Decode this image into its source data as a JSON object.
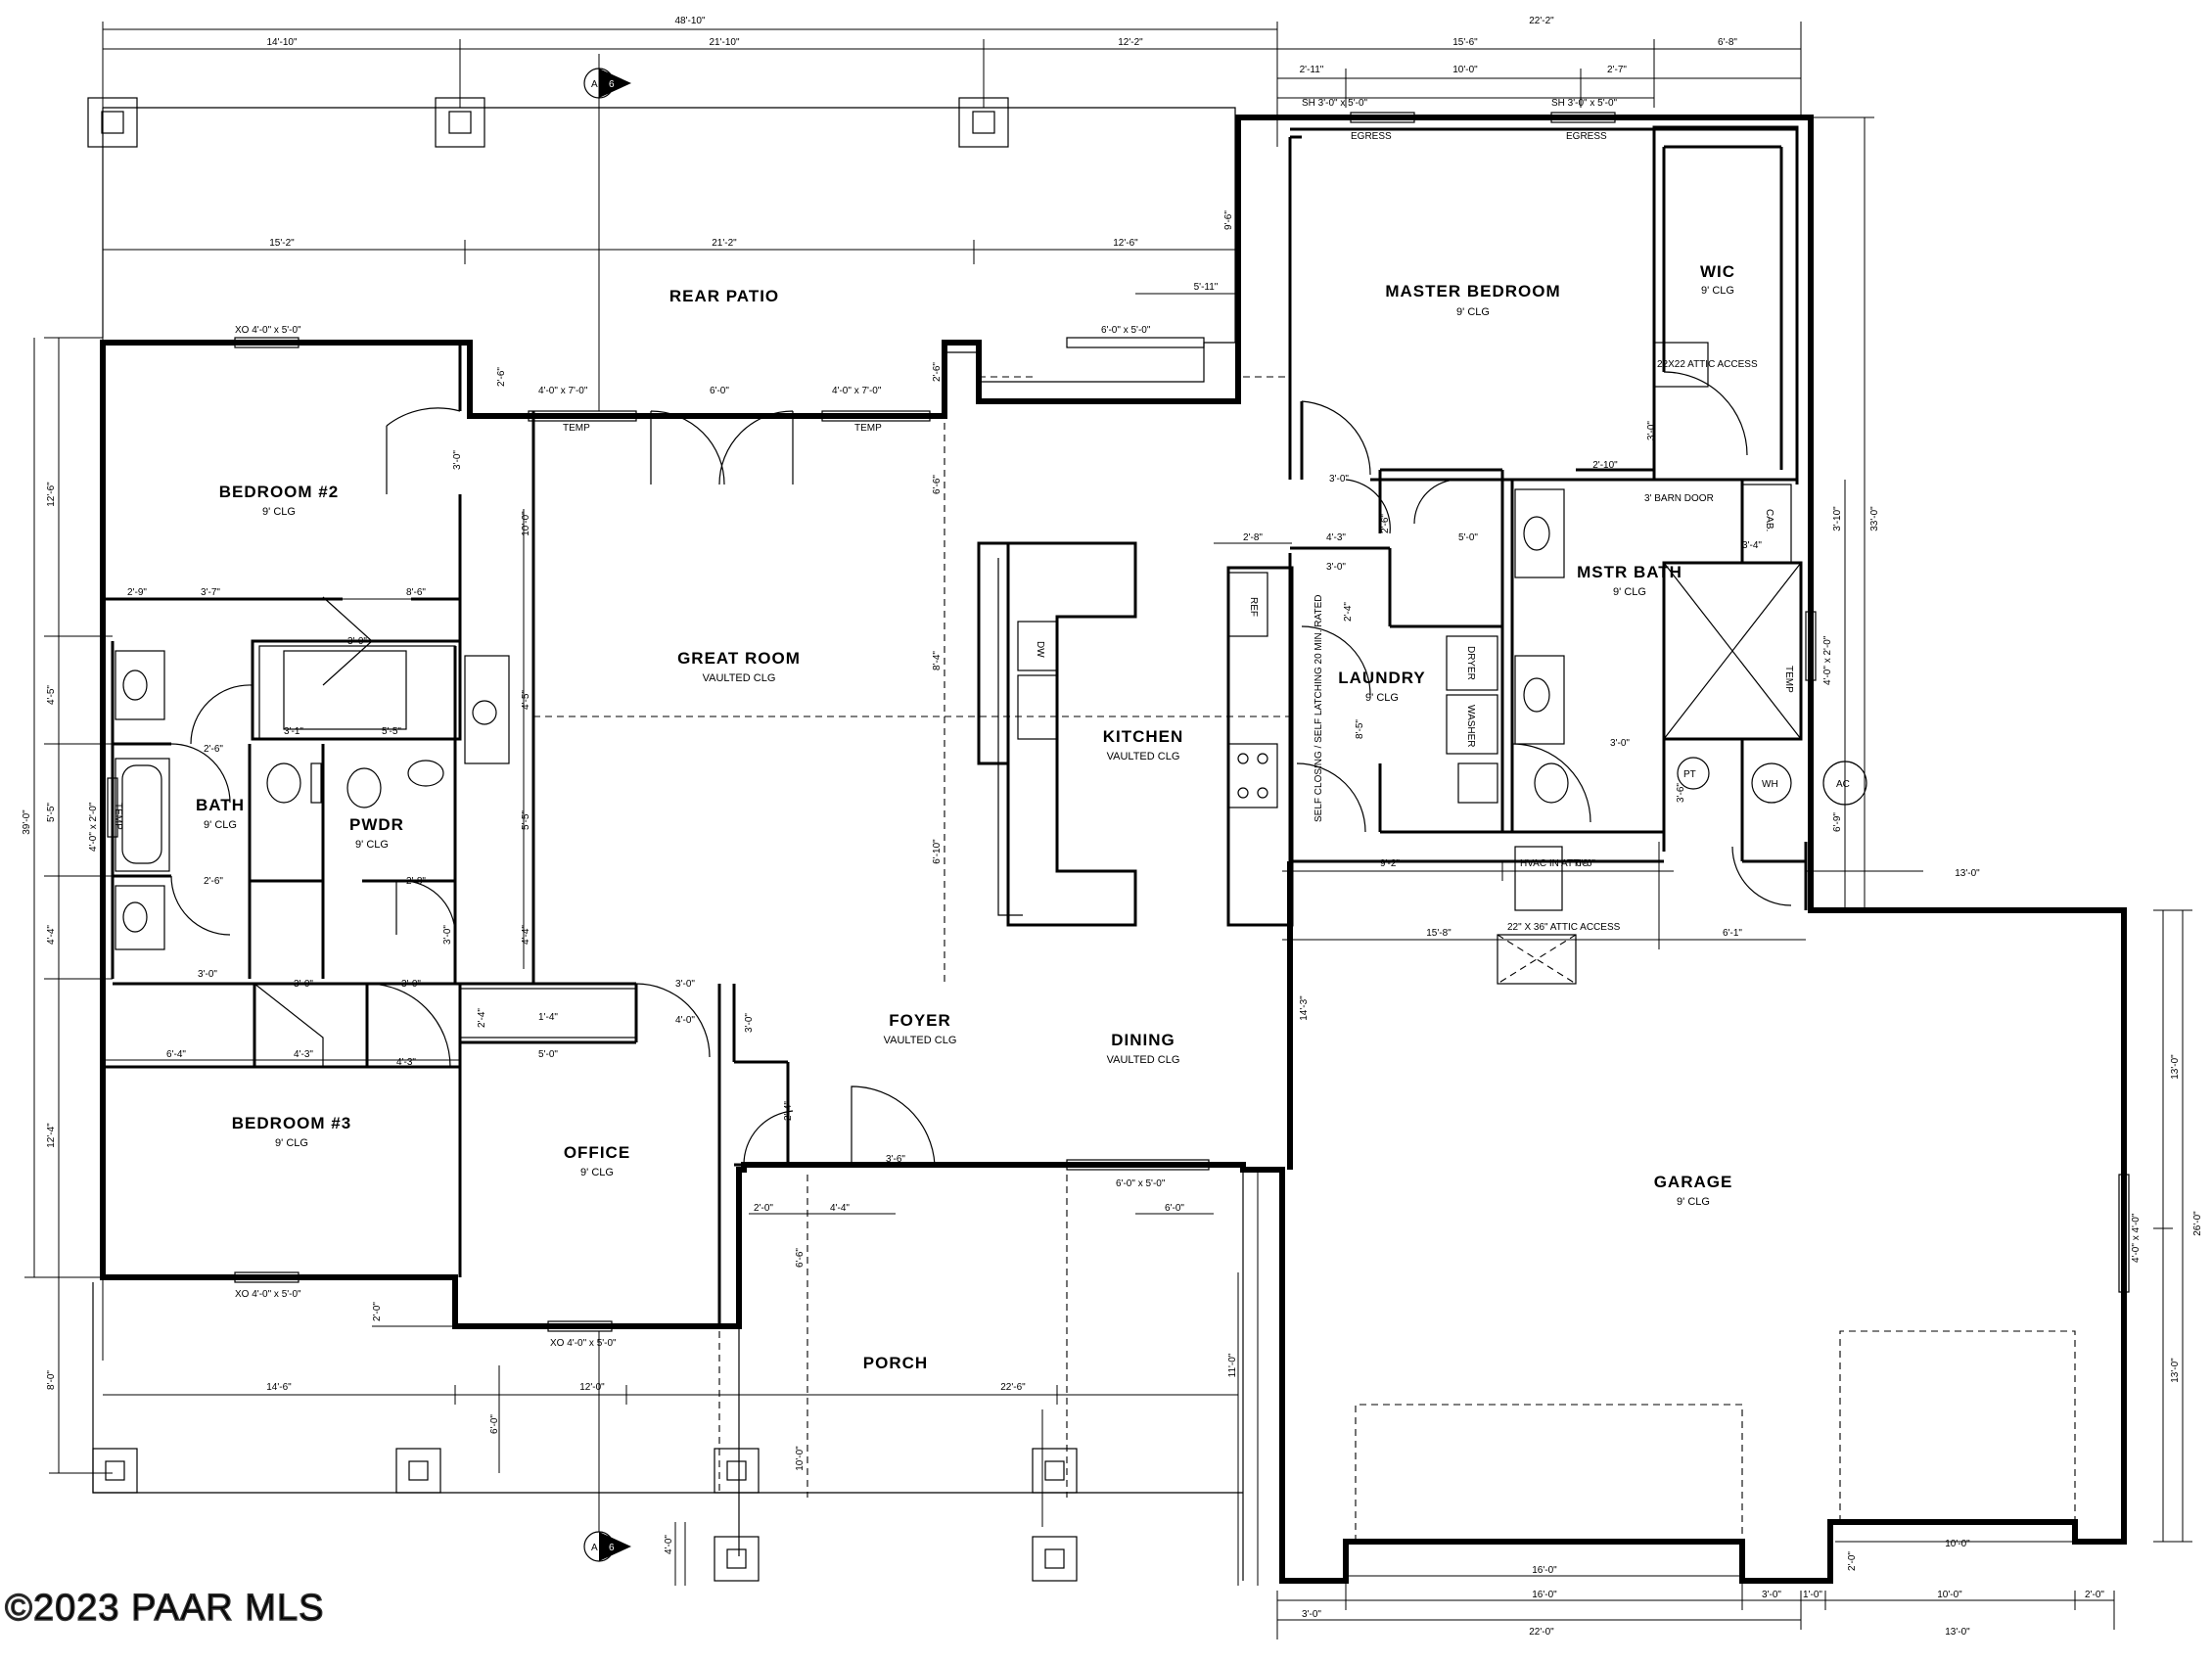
{
  "rooms": {
    "rear_patio": {
      "name": "REAR PATIO"
    },
    "master_bedroom": {
      "name": "MASTER BEDROOM",
      "ceiling": "9' CLG"
    },
    "wic": {
      "name": "WIC",
      "ceiling": "9' CLG"
    },
    "bedroom2": {
      "name": "BEDROOM #2",
      "ceiling": "9' CLG"
    },
    "great_room": {
      "name": "GREAT ROOM",
      "ceiling": "VAULTED CLG"
    },
    "kitchen": {
      "name": "KITCHEN",
      "ceiling": "VAULTED CLG"
    },
    "laundry": {
      "name": "LAUNDRY",
      "ceiling": "9' CLG"
    },
    "mstr_bath": {
      "name": "MSTR BATH",
      "ceiling": "9' CLG"
    },
    "bath": {
      "name": "BATH",
      "ceiling": "9' CLG"
    },
    "pwdr": {
      "name": "PWDR",
      "ceiling": "9' CLG"
    },
    "foyer": {
      "name": "FOYER",
      "ceiling": "VAULTED CLG"
    },
    "dining": {
      "name": "DINING",
      "ceiling": "VAULTED CLG"
    },
    "bedroom3": {
      "name": "BEDROOM #3",
      "ceiling": "9' CLG"
    },
    "office": {
      "name": "OFFICE",
      "ceiling": "9' CLG"
    },
    "garage": {
      "name": "GARAGE",
      "ceiling": "9' CLG"
    },
    "porch": {
      "name": "PORCH"
    }
  },
  "labels": {
    "egress_left": "EGRESS",
    "egress_right": "EGRESS",
    "sh_window_left": "SH 3'-0\" x 5'-0\"",
    "sh_window_right": "SH 3'-0\" x 5'-0\"",
    "attic_access_wic": "22X22 ATTIC ACCESS",
    "barn_door": "3' BARN DOOR",
    "temp1": "TEMP",
    "temp2": "TEMP",
    "temp_mbath": "TEMP",
    "temp_bath": "TEMP",
    "ref": "REF",
    "dw": "DW",
    "dryer": "DRYER",
    "washer": "WASHER",
    "cab": "CAB.",
    "pt": "PT",
    "wh": "WH",
    "ac": "AC",
    "hvac": "HVAC IN ATTIC",
    "attic_access_garage": "22\" X 36\" ATTIC ACCESS",
    "fire_door": "SELF CLOSING / SELF LATCHING 20 MIN. RATED",
    "window_xo_top": "XO 4'-0\" x 5'-0\"",
    "window_6x5_top": "6'-0\" x 5'-0\"",
    "window_4x7_left": "4'-0\" x 7'-0\"",
    "window_4x7_right": "4'-0\" x 7'-0\"",
    "slider_6": "6'-0\"",
    "window_xo_b3": "XO 4'-0\" x 5'-0\"",
    "window_xo_office": "XO 4'-0\" x 5'-0\"",
    "window_6x5_dining": "6'-0\" x 5'-0\"",
    "window_bath": "4'-0\" x 2'-0\"",
    "window_mbath": "4'-0\" x 2'-0\"",
    "window_garage": "4'-0\" x 4'-0\"",
    "section_a": "A",
    "section_6": "6",
    "watermark": "©2023 PAAR MLS"
  },
  "dims": {
    "overall_width": "48'-10\"",
    "overall_right": "22'-2\"",
    "top_14_10": "14'-10\"",
    "top_21_10": "21'-10\"",
    "top_12_2": "12'-2\"",
    "top_15_6": "15'-6\"",
    "top_6_8": "6'-8\"",
    "top_2_11": "2'-11\"",
    "top_10_0": "10'-0\"",
    "top_2_7": "2'-7\"",
    "patio_15_2": "15'-2\"",
    "patio_21_2": "21'-2\"",
    "patio_12_6": "12'-6\"",
    "patio_5_11": "5'-11\"",
    "patio_9_6": "9'-6\"",
    "left_39_0": "39'-0\"",
    "left_12_6": "12'-6\"",
    "left_4_5": "4'-5\"",
    "left_5_5": "5'-5\"",
    "left_4_4": "4'-4\"",
    "left_12_4": "12'-4\"",
    "left_8_0": "8'-0\"",
    "right_33_0": "33'-0\"",
    "right_3_10": "3'-10\"",
    "right_6_9": "6'-9\"",
    "right_13_0a": "13'-0\"",
    "right_13_0b": "13'-0\"",
    "right_26_0": "26'-0\"",
    "garage_13_0": "13'-0\"",
    "garage_15_8": "15'-8\"",
    "garage_6_1": "6'-1\"",
    "garage_9_2": "9'-2\"",
    "garage_6_6": "6'-6\"",
    "garage_14_3": "14'-3\"",
    "garage_11_0": "11'-0\"",
    "garage_10_0": "10'-0\"",
    "garage_2_0": "2'-0\"",
    "bottom_3_0a": "3'-0\"",
    "bottom_16_0a": "16'-0\"",
    "bottom_16_0b": "16'-0\"",
    "bottom_3_0b": "3'-0\"",
    "bottom_1_0": "1'-0\"",
    "bottom_10_0": "10'-0\"",
    "bottom_2_0": "2'-0\"",
    "bottom_22_0": "22'-0\"",
    "bottom_13_0": "13'-0\"",
    "porch_14_6": "14'-6\"",
    "porch_12_0": "12'-0\"",
    "porch_22_6": "22'-6\"",
    "porch_6_0": "6'-0\"",
    "porch_10_0": "10'-0\"",
    "porch_4_0": "4'-0\"",
    "porch_2_0": "2'-0\"",
    "porch_4_4": "4'-4\"",
    "porch_6_6": "6'-6\"",
    "porch_6_0b": "6'-0\"",
    "porch_3_6": "3'-6\"",
    "b2_2_9": "2'-9\"",
    "b2_3_7": "3'-7\"",
    "b2_8_6": "8'-6\"",
    "b2_3_0": "3'-0\"",
    "b2_2_6": "2'-6\"",
    "gr_10_0": "10'-0\"",
    "gr_4_0": "4'-0\" x 7'-0\"",
    "gr_6_6": "6'-6\"",
    "gr_2_6": "2'-6\"",
    "gr_4_5": "4'-5\"",
    "gr_5_5": "5'-5\"",
    "gr_4_4": "4'-4\"",
    "k_8_4": "8'-4\"",
    "k_6_10": "6'-10\"",
    "k_2_8": "2'-8\"",
    "k_4_3": "4'-3\"",
    "k_5_0": "5'-0\"",
    "k_3_0": "3'-0\"",
    "k_2_6": "2'-6\"",
    "k_2_4": "2'-4\"",
    "k_8_5": "8'-5\"",
    "mb_3_0": "3'-0\"",
    "mb_2_10": "2'-10\"",
    "mb_3_0b": "3'-0\"",
    "mb_3_0c": "3'-0\"",
    "mb_3_6": "3'-6\"",
    "mb_3_4": "3'-4\"",
    "bath_3_0": "3'-0\"",
    "bath_3_1": "3'-1\"",
    "bath_5_5": "5'-5\"",
    "bath_2_6": "2'-6\"",
    "bath_2_6b": "2'-6\"",
    "pw_2_8": "2'-8\"",
    "pw_3_0": "3'-0\"",
    "h_3_0a": "3'-0\"",
    "h_3_0b": "3'-0\"",
    "h_3_0c": "3'-0\"",
    "h_6_4": "6'-4\"",
    "h_4_3": "4'-3\"",
    "h_4_3b": "4'-3\"",
    "h_2_4": "2'-4\"",
    "h_1_4": "1'-4\"",
    "h_5_0": "5'-0\"",
    "f_3_0": "3'-0\"",
    "f_4_0": "4'-0\"",
    "f_3_0b": "3'-0\"",
    "f_2_4": "2'-4\"",
    "o_2_0": "2'-0\""
  }
}
